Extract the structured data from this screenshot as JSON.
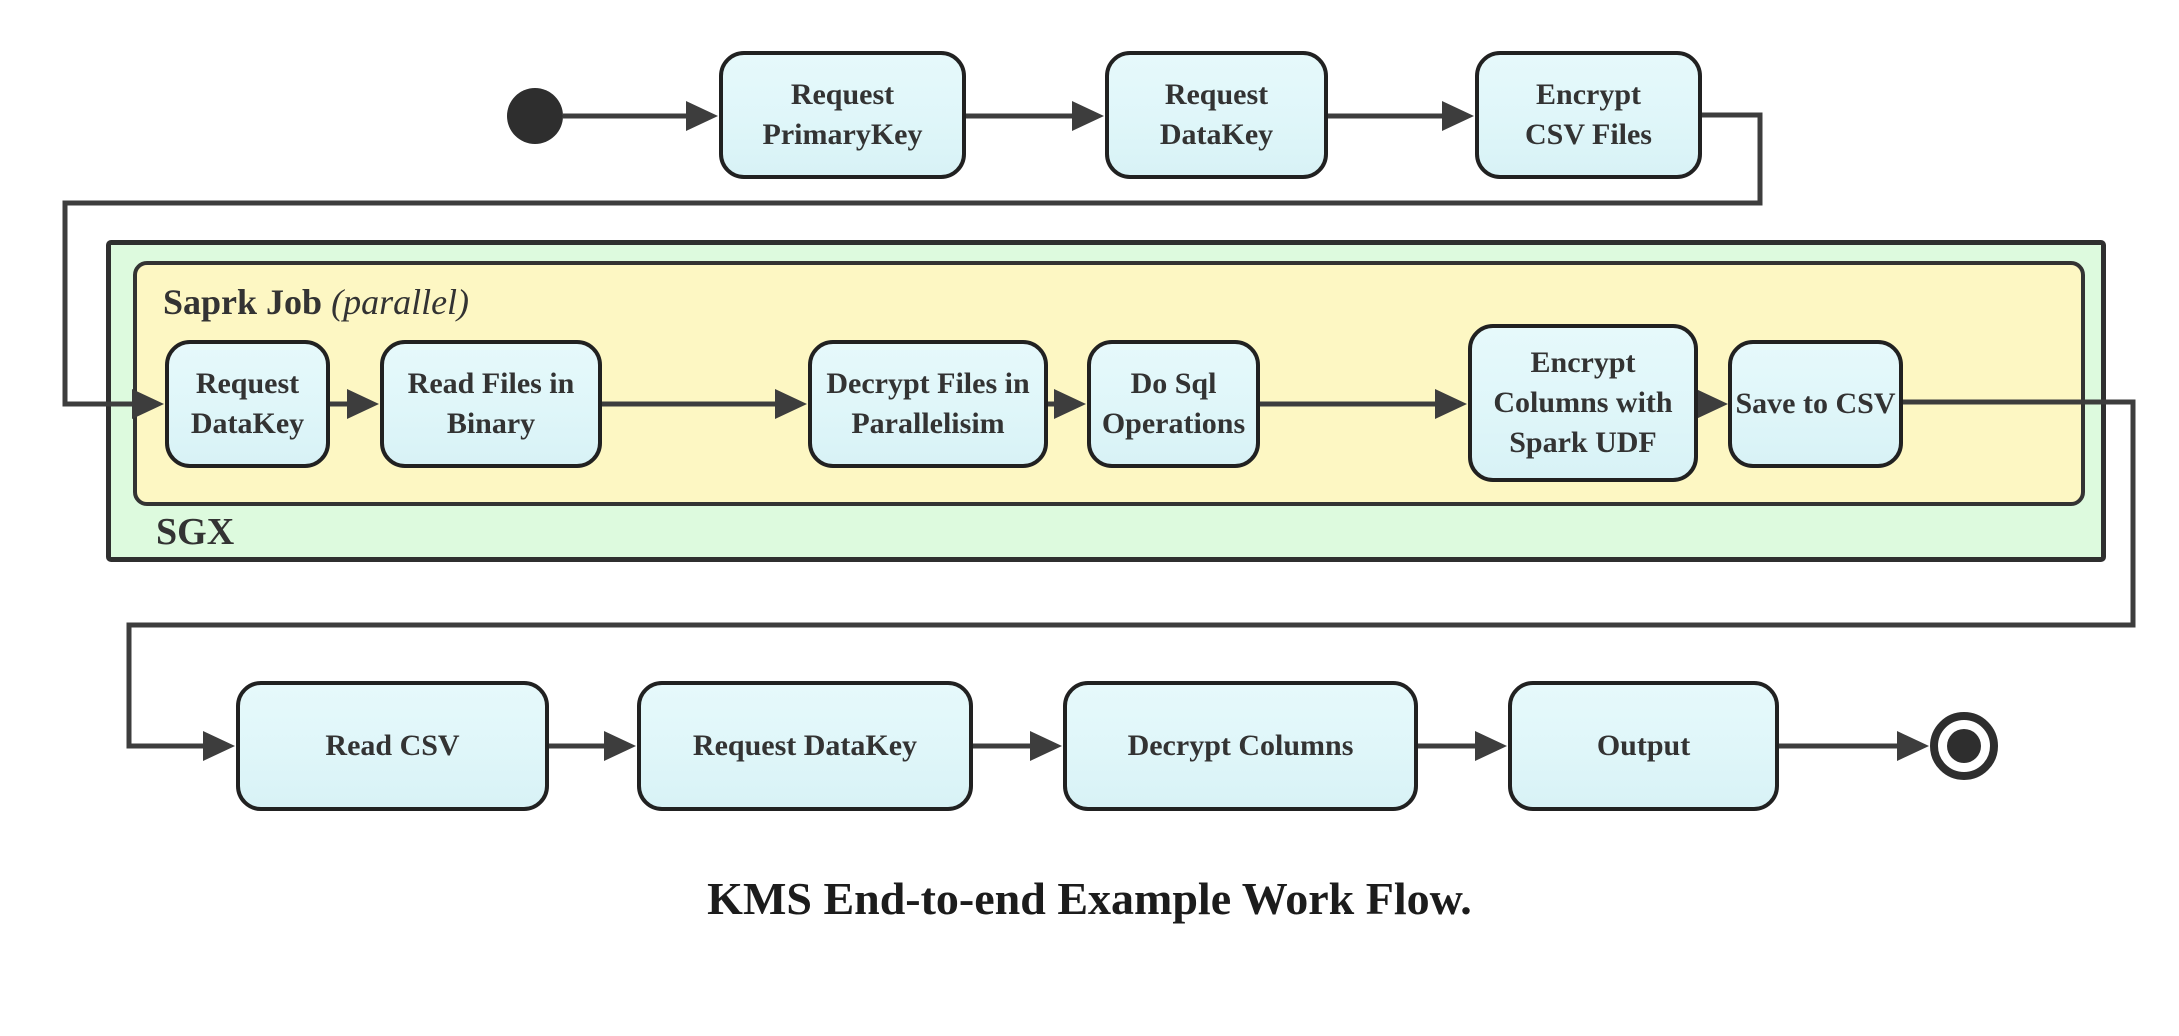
{
  "diagram": {
    "caption": "KMS End-to-end Example Work Flow.",
    "colors": {
      "node_fill": "#dff6f9",
      "node_border": "#212121",
      "spark_fill": "#fdf7c3",
      "sgx_fill": "#ddfade",
      "edge": "#3d3d3d",
      "text": "#333333"
    },
    "start_node_icon": "filled-circle",
    "end_node_icon": "ringed-circle",
    "top_row": {
      "nodes": [
        {
          "label": "Request PrimaryKey",
          "lines": [
            "Request",
            "PrimaryKey"
          ]
        },
        {
          "label": "Request DataKey",
          "lines": [
            "Request",
            "DataKey"
          ]
        },
        {
          "label": "Encrypt CSV Files",
          "lines": [
            "Encrypt",
            "CSV Files"
          ]
        }
      ]
    },
    "sgx_container": {
      "label": "SGX",
      "spark_container": {
        "label_bold": "Saprk Job",
        "label_italic": "(parallel)",
        "nodes": [
          {
            "label": "Request DataKey",
            "lines": [
              "Request",
              "DataKey"
            ]
          },
          {
            "label": "Read Files in Binary",
            "lines": [
              "Read Files in",
              "Binary"
            ]
          },
          {
            "label": "Decrypt Files in Parallelisim",
            "lines": [
              "Decrypt Files in",
              "Parallelisim"
            ]
          },
          {
            "label": "Do Sql Operations",
            "lines": [
              "Do Sql",
              "Operations"
            ]
          },
          {
            "label": "Encrypt Columns with Spark UDF",
            "lines": [
              "Encrypt",
              "Columns with",
              "Spark UDF"
            ]
          },
          {
            "label": "Save to CSV",
            "lines": [
              "Save to CSV"
            ]
          }
        ]
      }
    },
    "bottom_row": {
      "nodes": [
        {
          "label": "Read CSV",
          "lines": [
            "Read CSV"
          ]
        },
        {
          "label": "Request DataKey",
          "lines": [
            "Request DataKey"
          ]
        },
        {
          "label": "Decrypt Columns",
          "lines": [
            "Decrypt Columns"
          ]
        },
        {
          "label": "Output",
          "lines": [
            "Output"
          ]
        }
      ]
    }
  }
}
